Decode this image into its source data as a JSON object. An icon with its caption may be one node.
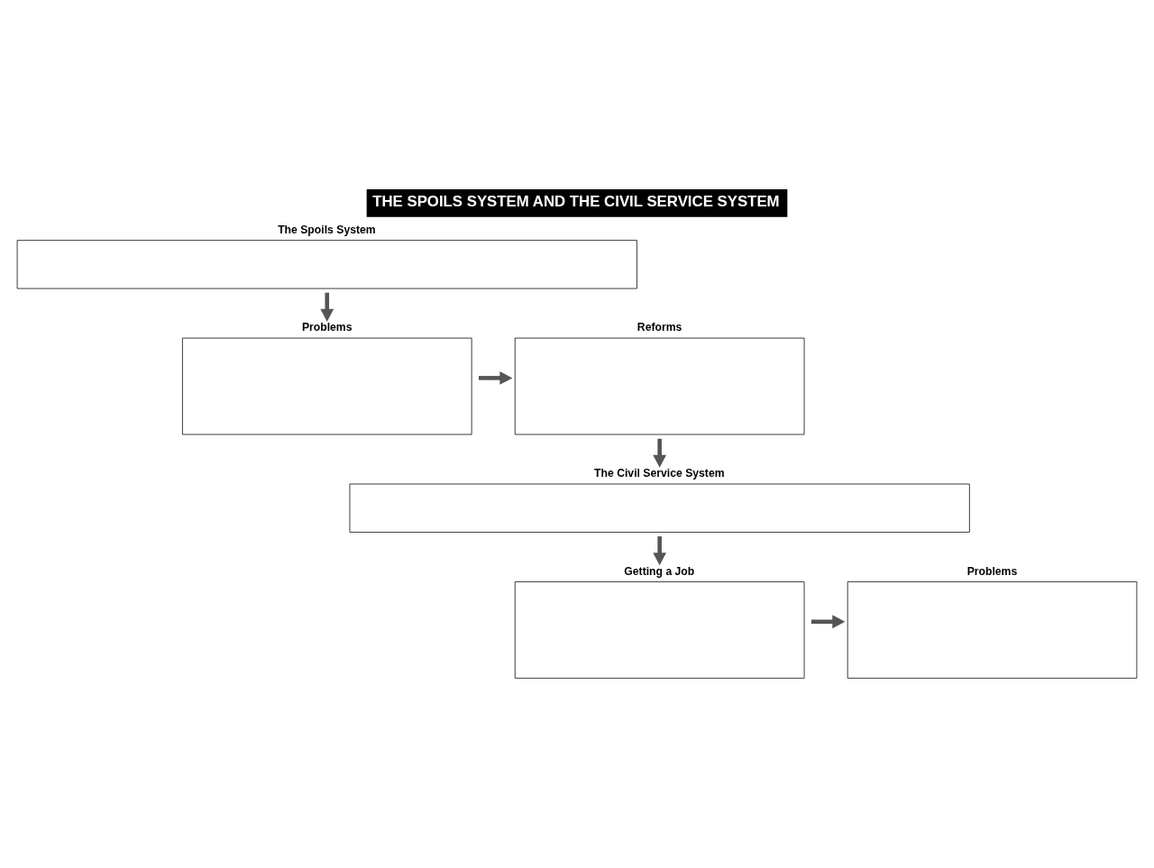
{
  "diagram": {
    "title": "THE SPOILS SYSTEM AND THE CIVIL SERVICE SYSTEM",
    "nodes": [
      {
        "text": [
          "The Spoils System"
        ]
      },
      {
        "text": [
          "Problems"
        ]
      },
      {
        "text": [
          "Reforms"
        ]
      },
      {
        "text": [
          "The Civil Service System"
        ]
      },
      {
        "text": [
          "Getting a Job"
        ]
      },
      {
        "text": [
          "Problems"
        ]
      }
    ],
    "edges": [
      {
        "from": 0,
        "to": 1,
        "arrow": "to"
      },
      {
        "from": 1,
        "to": 2,
        "arrow": "to"
      },
      {
        "from": 2,
        "to": 3,
        "arrow": "to"
      },
      {
        "from": 3,
        "to": 4,
        "arrow": "to"
      },
      {
        "from": 4,
        "to": 5,
        "arrow": "to"
      }
    ]
  }
}
